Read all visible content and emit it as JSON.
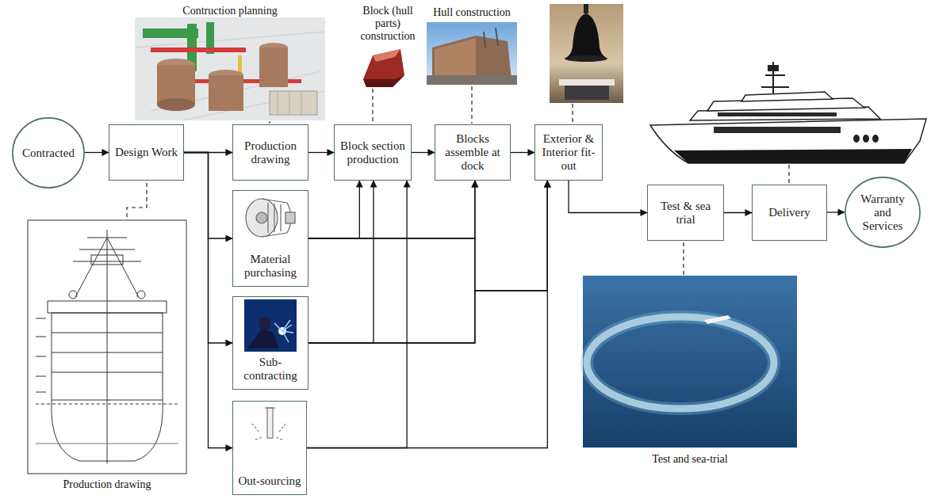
{
  "diagram": {
    "nodes": [
      {
        "text": [
          "Contracted"
        ]
      },
      {
        "text": [
          "Design Work"
        ]
      },
      {
        "text": [
          "Production drawing"
        ]
      },
      {
        "text": [
          "Block section production"
        ]
      },
      {
        "text": [
          "Blocks assemble at dock"
        ]
      },
      {
        "text": [
          "Exterior & Interior fit-out"
        ]
      },
      {
        "text": [
          "Material purchasing"
        ]
      },
      {
        "text": [
          "Sub-contracting"
        ]
      },
      {
        "text": [
          "Out-sourcing"
        ]
      },
      {
        "text": [
          "Test & sea trial"
        ]
      },
      {
        "text": [
          "Delivery"
        ]
      },
      {
        "text": [
          "Warranty and Services"
        ]
      }
    ],
    "edges": [
      {
        "from": 0,
        "to": 1,
        "arrow": "to"
      },
      {
        "from": 1,
        "to": 2,
        "arrow": "to"
      },
      {
        "from": 1,
        "to": 6,
        "arrow": "to"
      },
      {
        "from": 1,
        "to": 7,
        "arrow": "to"
      },
      {
        "from": 1,
        "to": 8,
        "arrow": "to"
      },
      {
        "from": 2,
        "to": 3,
        "arrow": "to"
      },
      {
        "from": 3,
        "to": 4,
        "arrow": "to"
      },
      {
        "from": 4,
        "to": 5,
        "arrow": "to"
      },
      {
        "from": 5,
        "to": 9,
        "arrow": "to"
      },
      {
        "from": 9,
        "to": 10,
        "arrow": "to"
      },
      {
        "from": 10,
        "to": 11,
        "arrow": "to"
      },
      {
        "from": 6,
        "to": 3,
        "arrow": "to"
      },
      {
        "from": 6,
        "to": 4,
        "arrow": "to"
      },
      {
        "from": 6,
        "to": 5,
        "arrow": "to"
      },
      {
        "from": 7,
        "to": 3,
        "arrow": "to"
      },
      {
        "from": 7,
        "to": 4,
        "arrow": "to"
      },
      {
        "from": 7,
        "to": 5,
        "arrow": "to"
      },
      {
        "from": 8,
        "to": 3,
        "arrow": "to"
      },
      {
        "from": 8,
        "to": 5,
        "arrow": "to"
      }
    ],
    "labels": [
      "Contruction planning",
      "Block (hull parts) construction",
      "Hull construction",
      "Production drawing",
      "Test and sea-trial"
    ]
  }
}
